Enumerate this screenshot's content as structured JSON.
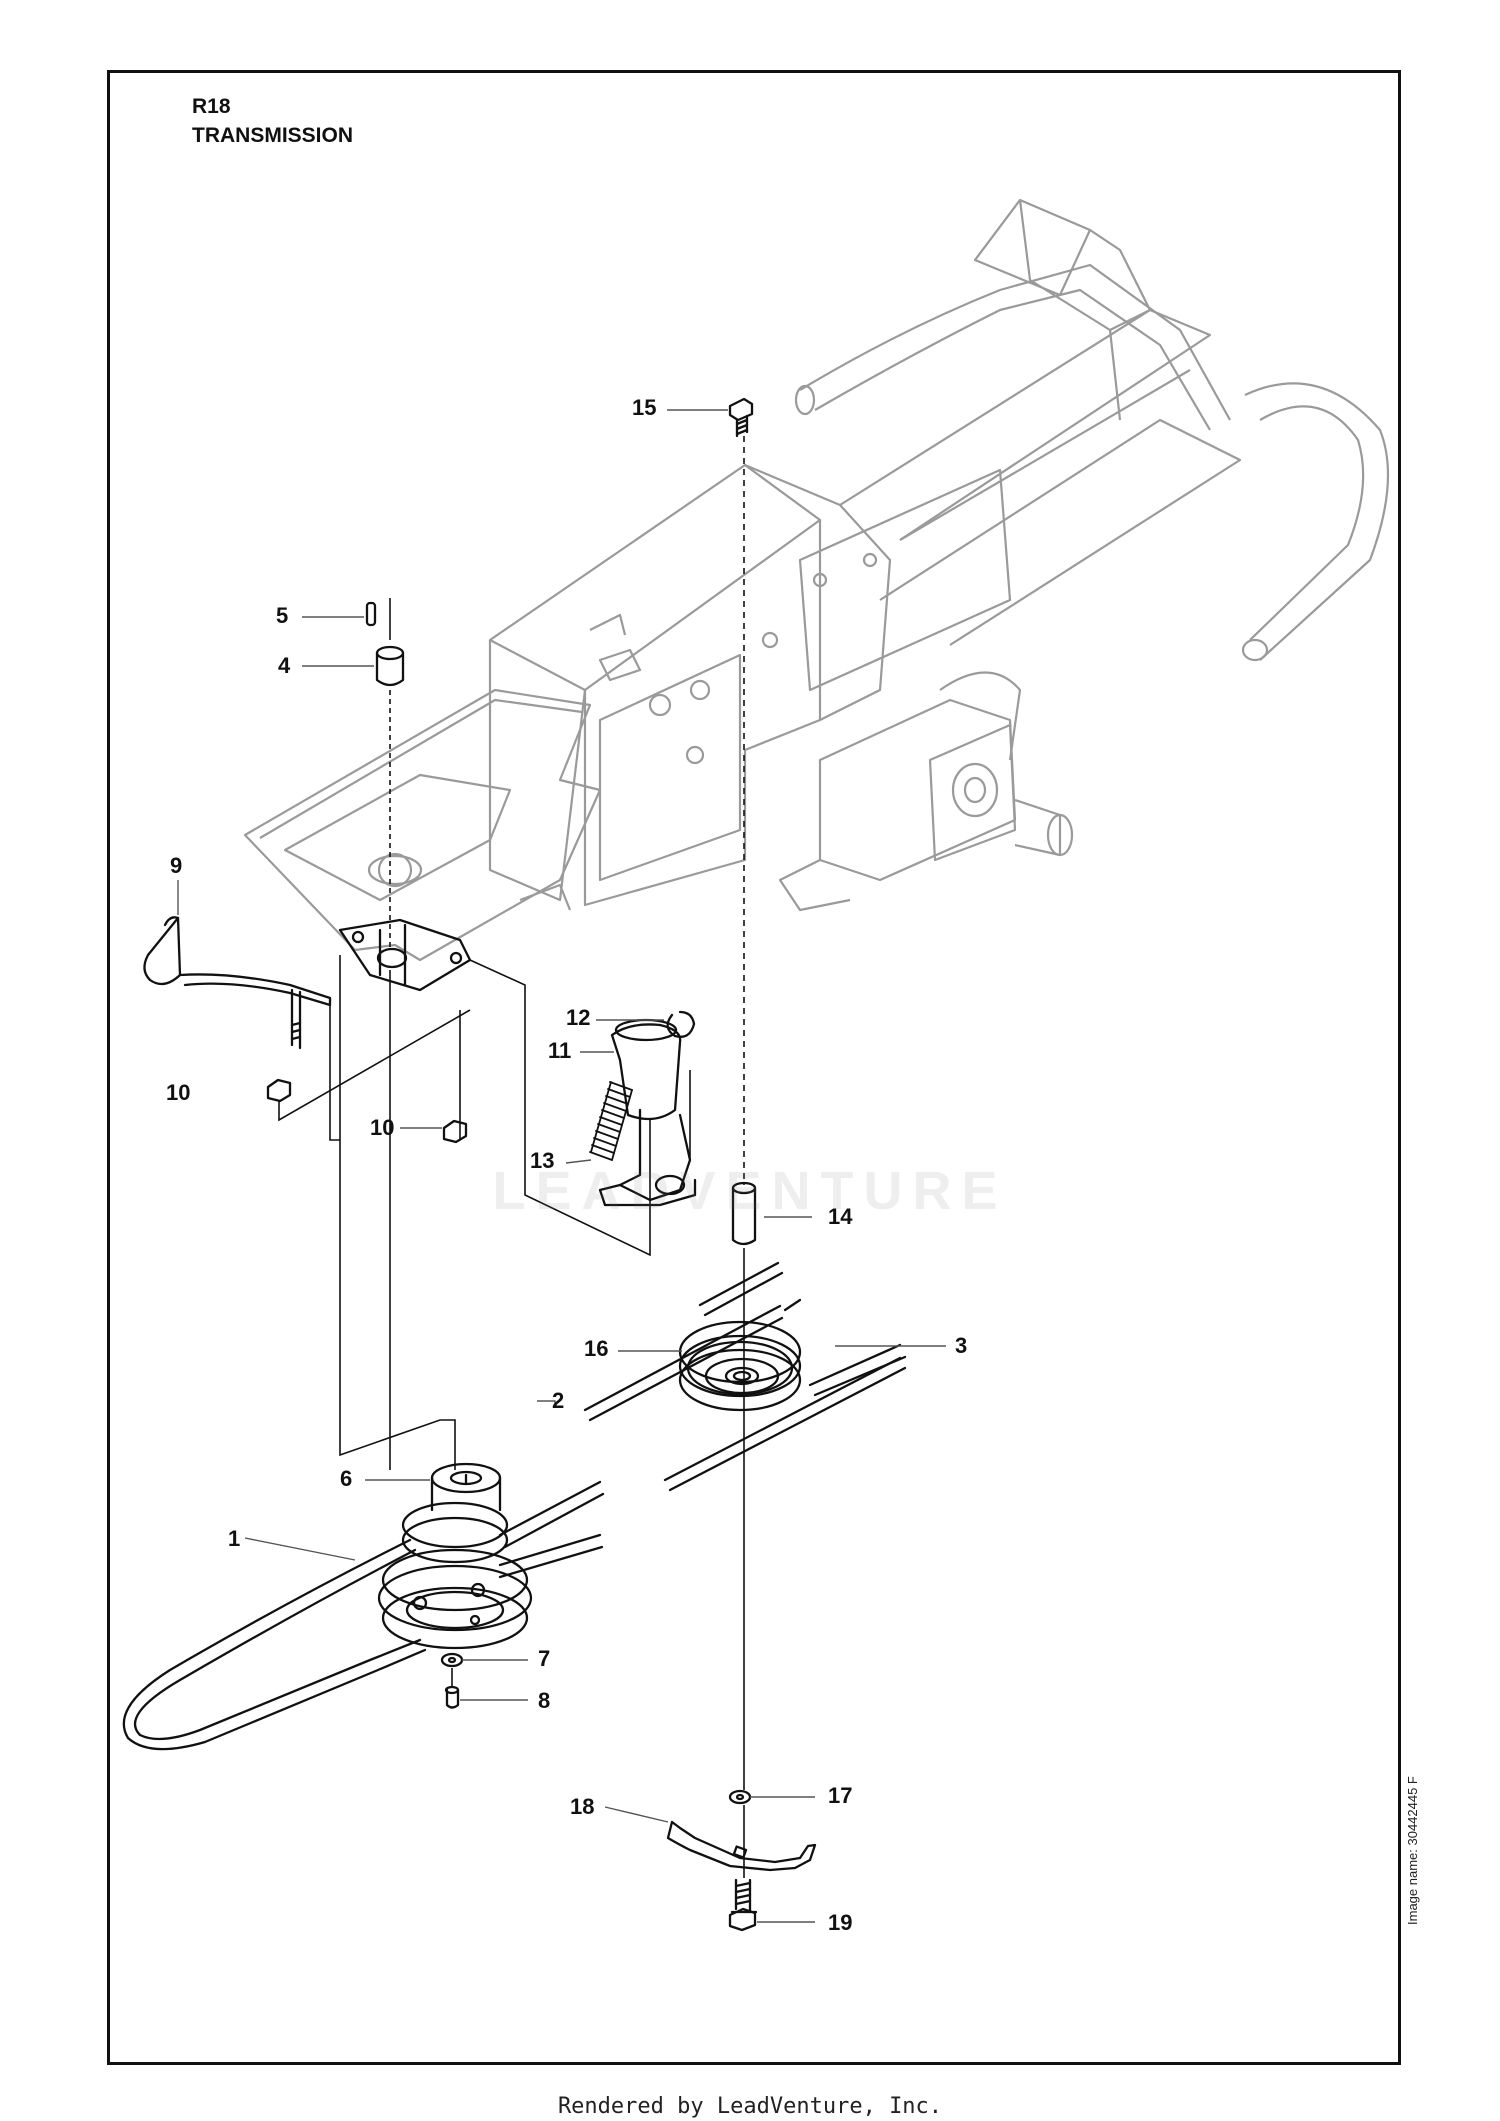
{
  "header": {
    "model": "R18",
    "title": "TRANSMISSION"
  },
  "image_name": "Image name: 30442445 F",
  "footer": "Rendered by LeadVenture, Inc.",
  "watermark": "LEADVENTURE",
  "callouts": [
    "15",
    "5",
    "4",
    "9",
    "12",
    "11",
    "10",
    "10",
    "13",
    "14",
    "16",
    "3",
    "2",
    "6",
    "1",
    "7",
    "8",
    "17",
    "18",
    "19"
  ],
  "colors": {
    "line": "#111111",
    "frame_part": "#999999",
    "watermark": "#cccccc"
  }
}
